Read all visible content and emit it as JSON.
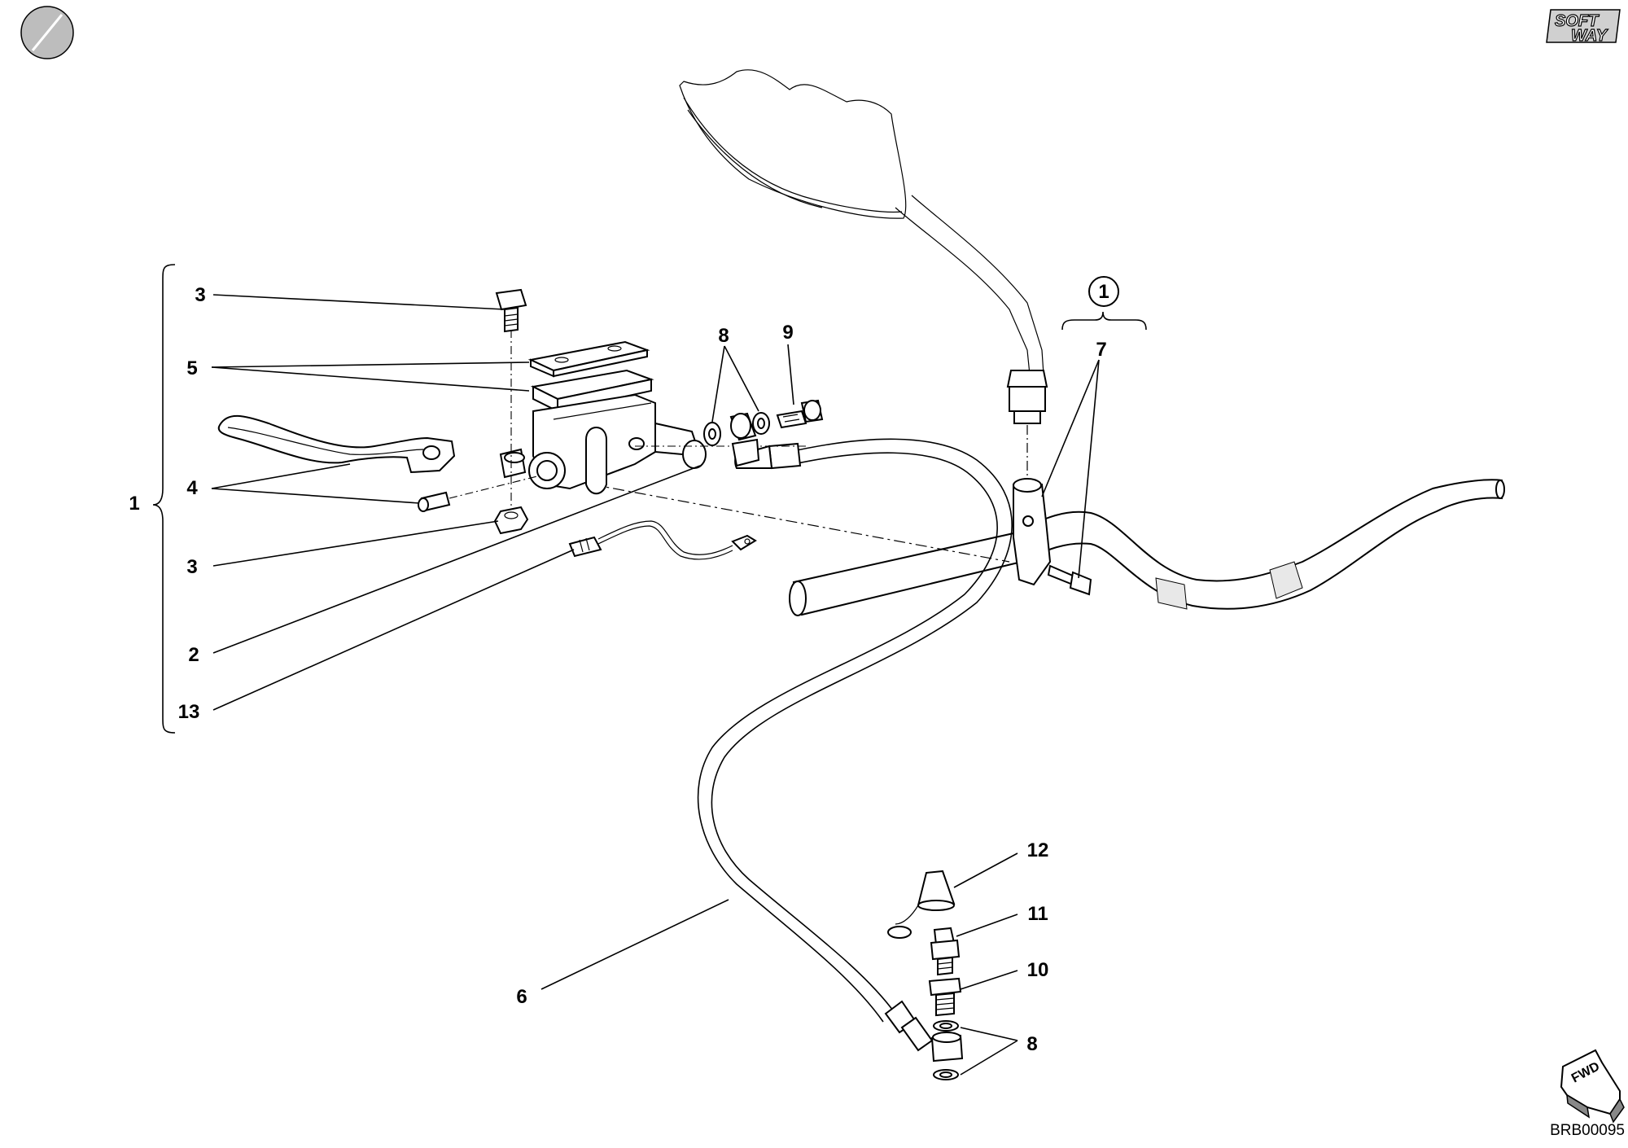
{
  "drawing_code": "BRB00095",
  "logo": {
    "line1": "SOFT",
    "line2": "WAY",
    "icon": "softway-logo-icon"
  },
  "fwd_label": "FWD",
  "callouts": [
    {
      "id": "c1",
      "label": "1"
    },
    {
      "id": "c2",
      "label": "2"
    },
    {
      "id": "c3a",
      "label": "3"
    },
    {
      "id": "c3b",
      "label": "3"
    },
    {
      "id": "c4",
      "label": "4"
    },
    {
      "id": "c5",
      "label": "5"
    },
    {
      "id": "c6",
      "label": "6"
    },
    {
      "id": "c7",
      "label": "7"
    },
    {
      "id": "c8a",
      "label": "8"
    },
    {
      "id": "c8b",
      "label": "8"
    },
    {
      "id": "c9",
      "label": "9"
    },
    {
      "id": "c10",
      "label": "10"
    },
    {
      "id": "c11",
      "label": "11"
    },
    {
      "id": "c12",
      "label": "12"
    },
    {
      "id": "c13",
      "label": "13"
    }
  ],
  "group_marker": "1"
}
